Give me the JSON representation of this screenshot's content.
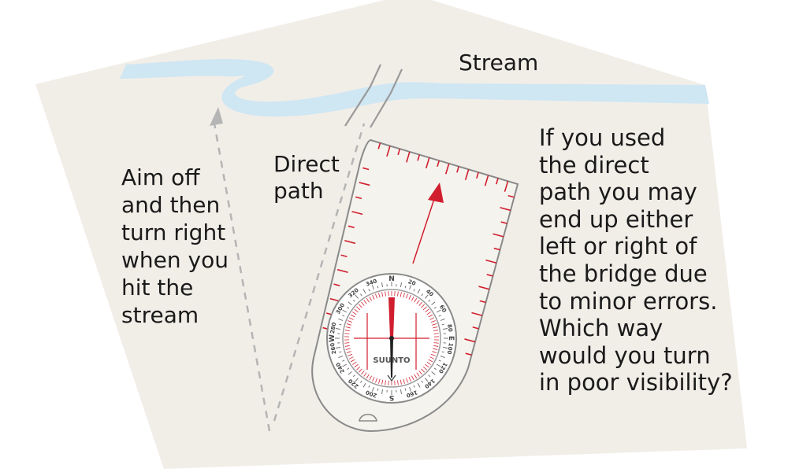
{
  "labels": {
    "stream": "Stream",
    "aim_off": [
      "Aim off",
      "and then",
      "turn right",
      "when you",
      "hit the",
      "stream"
    ],
    "direct_path": [
      "Direct",
      "path"
    ],
    "question": [
      "If you used",
      "the direct",
      "path you may",
      "end up either",
      "left or right of",
      "the bridge due",
      "to minor errors.",
      "Which way",
      "would you turn",
      "in poor visibility?"
    ]
  },
  "compass": {
    "brand": "SUUNTO",
    "dial_numbers": [
      "N",
      "20",
      "40",
      "60",
      "80",
      "E",
      "100",
      "120",
      "140",
      "160",
      "S",
      "200",
      "220",
      "240",
      "260",
      "W",
      "280",
      "300",
      "320",
      "340"
    ]
  },
  "colors": {
    "map_background": "#f1eee8",
    "stream_water": "#cfe6f3",
    "compass_red": "#d01e2e",
    "path_dash": "#b5b5b5",
    "outline": "#7a7a7a",
    "text": "#1a1a1a"
  }
}
